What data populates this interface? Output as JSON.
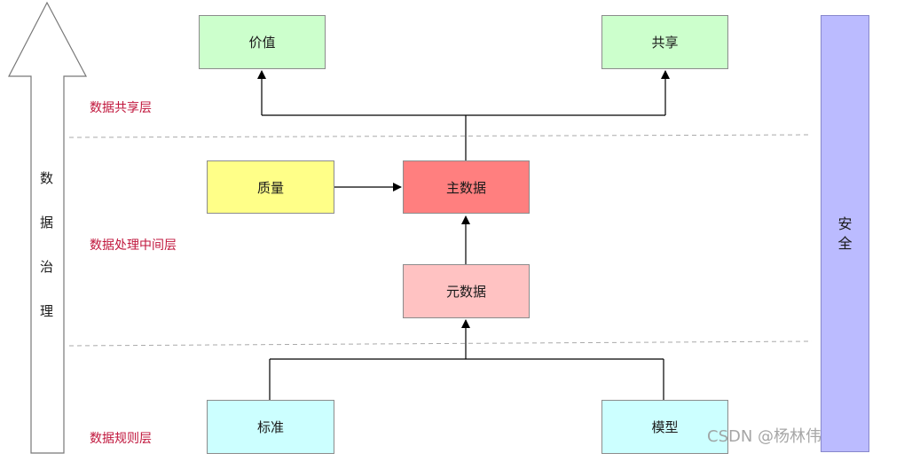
{
  "axis": {
    "chars": [
      "数",
      "据",
      "治",
      "理"
    ]
  },
  "layers": {
    "top": "数据共享层",
    "middle": "数据处理中间层",
    "bottom": "数据规则层"
  },
  "boxes": {
    "value": "价值",
    "share": "共享",
    "quality": "质量",
    "master_data": "主数据",
    "metadata": "元数据",
    "standard": "标准",
    "model": "模型"
  },
  "security": {
    "chars": [
      "安",
      "全"
    ]
  },
  "watermark": "CSDN @杨林伟",
  "colors": {
    "value": "#ccffcc",
    "share": "#ccffcc",
    "quality": "#ffff88",
    "master_data": "#ff7f7f",
    "metadata": "#ffc2c2",
    "standard": "#ccffff",
    "model": "#ccffff",
    "security": "#bbbbff",
    "layer_label": "#c0163c"
  }
}
